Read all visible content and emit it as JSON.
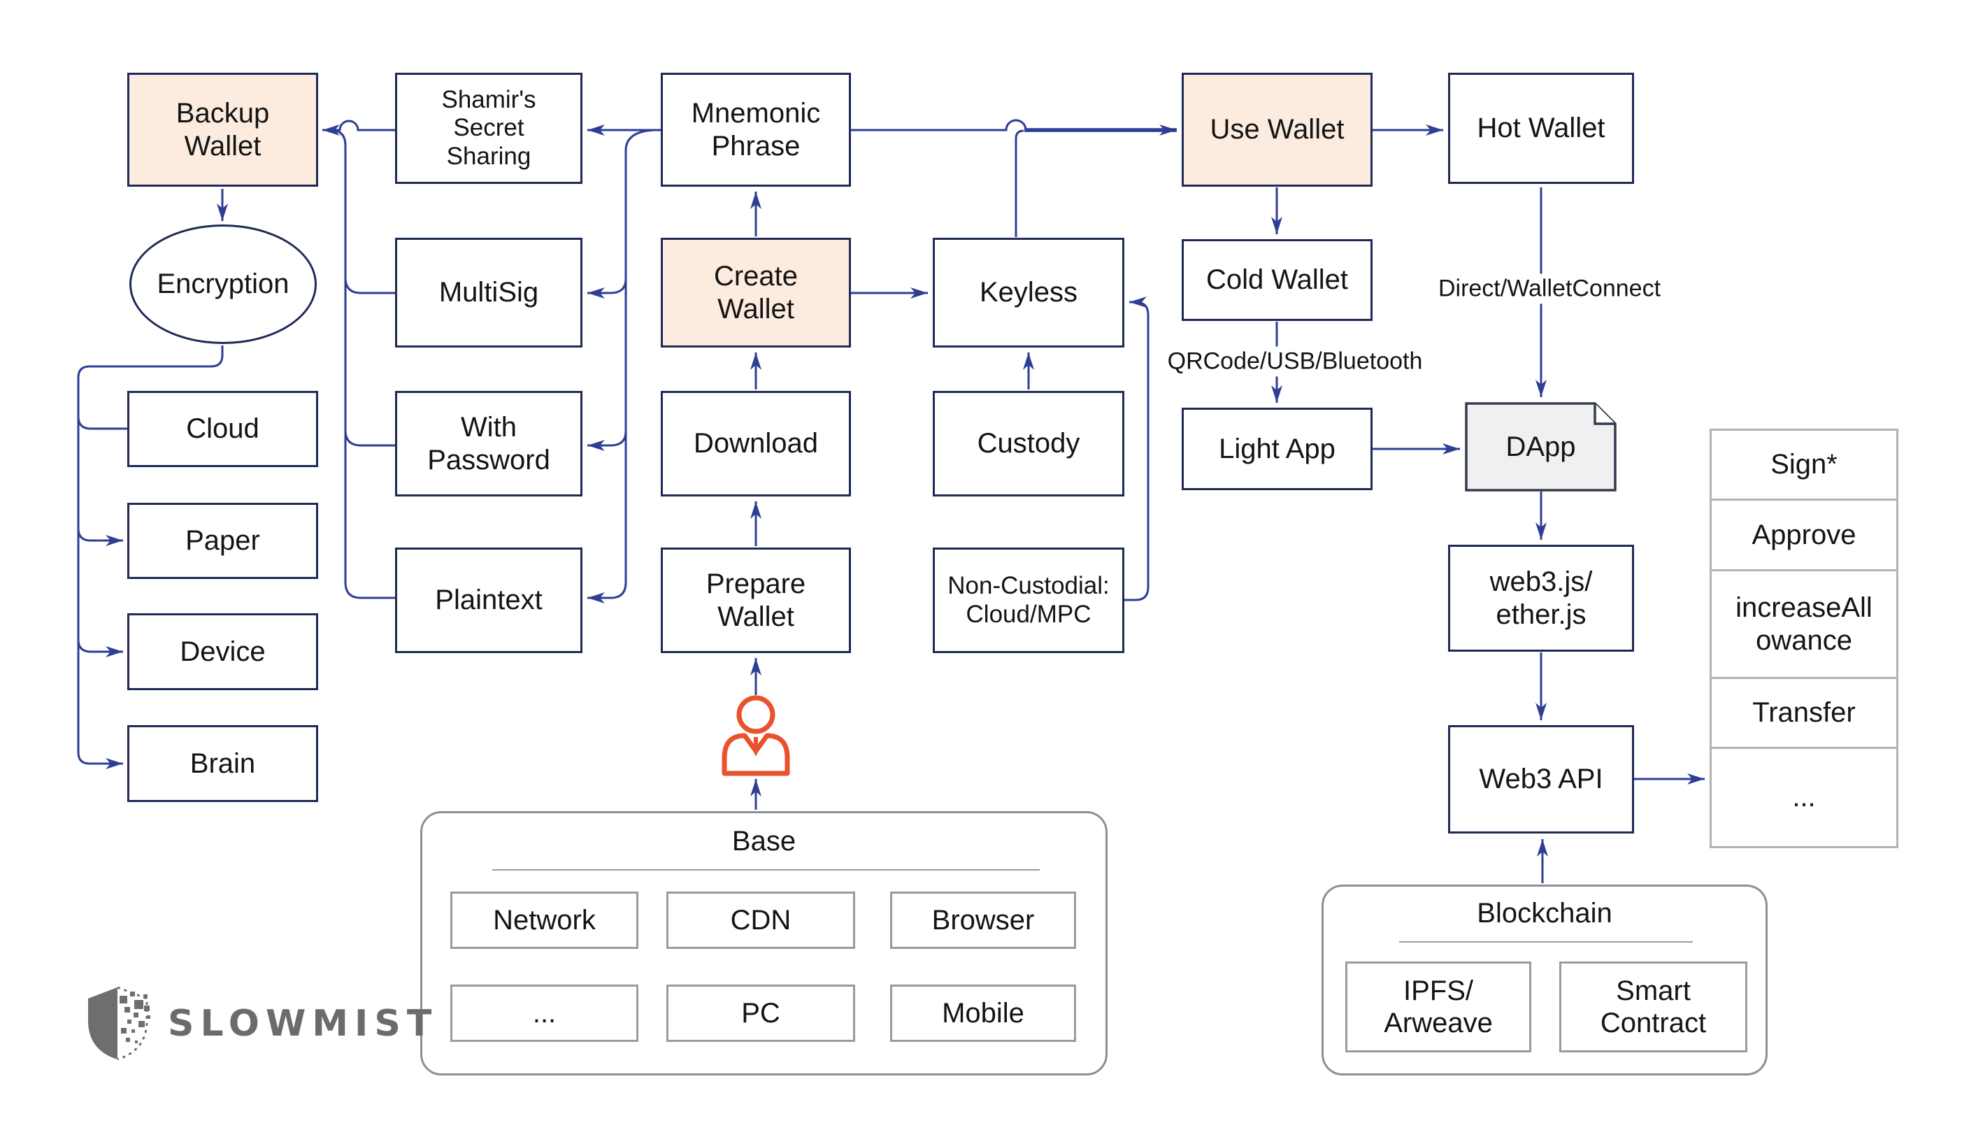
{
  "colors": {
    "node_border": "#1f2a57",
    "connector": "#2e3e93",
    "accent_fill": "#fcecdf",
    "doc_fill": "#f0f0f0",
    "group_border": "#8f8f8f",
    "table_border": "#b3b3b3",
    "person_orange": "#e8522c",
    "logo_grey": "#6b6b6b",
    "text": "#141414"
  },
  "nodes": {
    "backup_wallet": "Backup Wallet",
    "shamirs_secret": "Shamir's Secret\nSharing",
    "mnemonic_phrase": "Mnemonic Phrase",
    "use_wallet": "Use Wallet",
    "hot_wallet": "Hot Wallet",
    "encryption": "Encryption",
    "multisig": "MultiSig",
    "create_wallet": "Create Wallet",
    "keyless": "Keyless",
    "cold_wallet": "Cold Wallet",
    "cloud": "Cloud",
    "with_password": "With Password",
    "download": "Download",
    "custody": "Custody",
    "light_app": "Light App",
    "dapp": "DApp",
    "paper": "Paper",
    "plaintext": "Plaintext",
    "prepare_wallet": "Prepare Wallet",
    "non_custodial": "Non-Custodial:\nCloud/MPC",
    "web3_libs": "web3.js/\nether.js",
    "device": "Device",
    "brain": "Brain",
    "web3_api": "Web3 API"
  },
  "edge_labels": {
    "hot_to_dapp": "Direct/WalletConnect",
    "cold_to_lightapp": "QRCode/USB/Bluetooth"
  },
  "api_table": {
    "rows": [
      "Sign*",
      "Approve",
      "increaseAllowance",
      "Transfer",
      "..."
    ]
  },
  "groups": {
    "base": {
      "title": "Base",
      "items": [
        "Network",
        "CDN",
        "Browser",
        "...",
        "PC",
        "Mobile"
      ]
    },
    "blockchain": {
      "title": "Blockchain",
      "items": [
        "IPFS/\nArweave",
        "Smart Contract"
      ]
    }
  },
  "icons": {
    "person": "user-icon",
    "logo_shield": "shield-icon"
  },
  "logo": {
    "text": "SLOWMIST"
  }
}
